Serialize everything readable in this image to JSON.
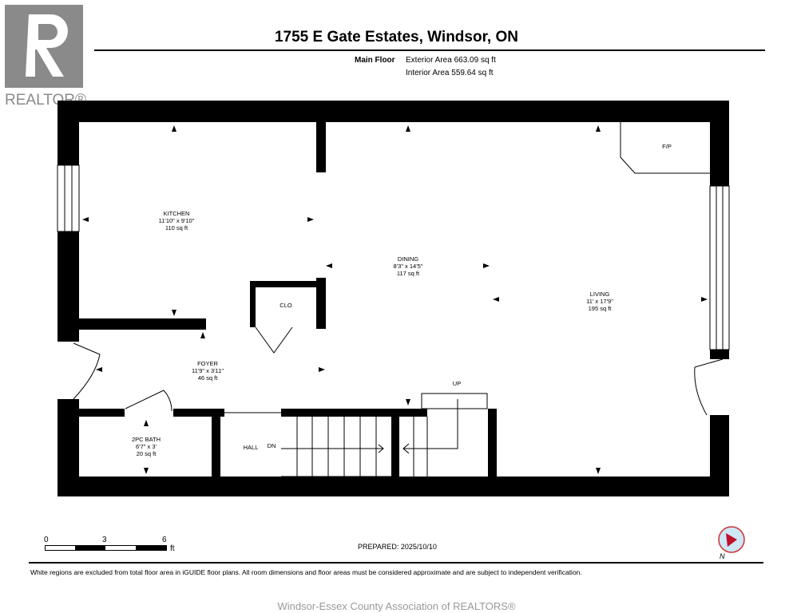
{
  "title": "1755 E Gate Estates, Windsor, ON",
  "floor": {
    "name": "Main Floor",
    "exterior_label": "Exterior Area 663.09 sq ft",
    "interior_label": "Interior Area 559.64 sq ft"
  },
  "logo_text": "REALTOR®",
  "rooms": {
    "kitchen": {
      "name": "KITCHEN",
      "dims": "11'10\" x 9'10\"",
      "area": "110 sq ft"
    },
    "dining": {
      "name": "DINING",
      "dims": "8'3\" x 14'5\"",
      "area": "117 sq ft"
    },
    "living": {
      "name": "LIVING",
      "dims": "11' x 17'9\"",
      "area": "195 sq ft"
    },
    "foyer": {
      "name": "FOYER",
      "dims": "11'9\" x 3'11\"",
      "area": "46 sq ft"
    },
    "bath": {
      "name": "2PC BATH",
      "dims": "6'7\" x 3'",
      "area": "20 sq ft"
    },
    "clo": "CLO",
    "hall": "HALL",
    "dn": "DN",
    "up": "UP",
    "fp": "F/P"
  },
  "scale": {
    "ticks": [
      "0",
      "3",
      "6"
    ],
    "unit": "ft"
  },
  "prepared": "PREPARED: 2025/10/10",
  "compass_label": "N",
  "disclaimer": "White regions are excluded from total floor area in iGUIDE floor plans. All room dimensions and floor areas must be considered approximate and are subject to independent verification.",
  "footer": "Windsor-Essex County Association of REALTORS®"
}
